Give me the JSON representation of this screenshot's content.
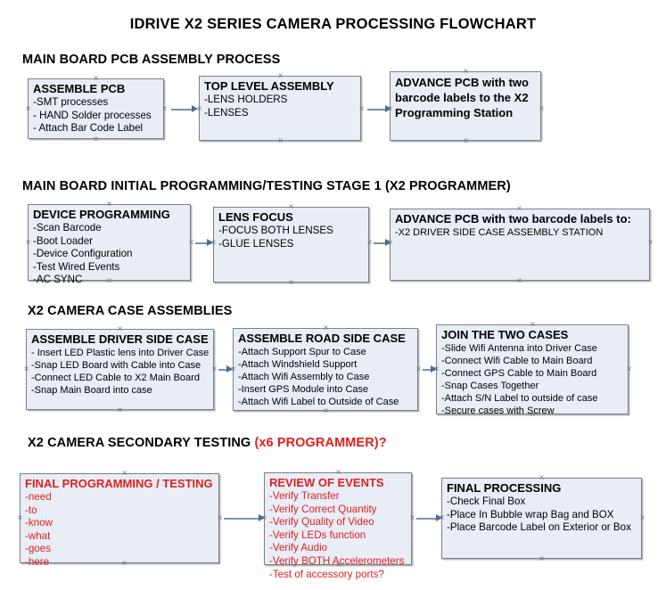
{
  "document": {
    "main_title": "IDRIVE X2  SERIES CAMERA PROCESSING FLOWCHART"
  },
  "sections": [
    {
      "id": "section-1",
      "title": "MAIN BOARD PCB ASSEMBLY PROCESS",
      "title_accent": "",
      "boxes": [
        {
          "id": "assemble-pcb",
          "title": "ASSEMBLE PCB",
          "lines": [
            "-SMT processes",
            "- HAND Solder processes",
            "- Attach Bar Code Label"
          ]
        },
        {
          "id": "top-level-assembly",
          "title": "TOP LEVEL ASSEMBLY",
          "lines": [
            "-LENS HOLDERS",
            "-LENSES"
          ]
        },
        {
          "id": "advance-pcb-programming-station",
          "title": "ADVANCE PCB with two barcode labels to the  X2 Programming Station",
          "lines": []
        }
      ]
    },
    {
      "id": "section-2",
      "title": "MAIN BOARD INITIAL PROGRAMMING/TESTING STAGE 1 (X2 PROGRAMMER)",
      "title_accent": "",
      "boxes": [
        {
          "id": "device-programming",
          "title": "DEVICE PROGRAMMING",
          "lines": [
            "-Scan Barcode",
            "-Boot Loader",
            "-Device Configuration",
            "-Test Wired Events",
            "-AC SYNC"
          ]
        },
        {
          "id": "lens-focus",
          "title": "LENS FOCUS",
          "lines": [
            "-FOCUS BOTH LENSES",
            "-GLUE LENSES"
          ]
        },
        {
          "id": "advance-pcb-driver-side-station",
          "title": "ADVANCE PCB with two barcode labels to:",
          "lines": [
            "-X2 DRIVER  SIDE  CASE  ASSEMBLY STATION"
          ]
        }
      ]
    },
    {
      "id": "section-3",
      "title": "X2 CAMERA CASE ASSEMBLIES",
      "title_accent": "",
      "boxes": [
        {
          "id": "assemble-driver-side-case",
          "title": "ASSEMBLE DRIVER SIDE CASE",
          "lines": [
            "- Insert LED Plastic lens into Driver Case",
            "-Snap LED Board with Cable into Case",
            "-Connect LED Cable to X2 Main Board",
            "-Snap Main Board into case"
          ]
        },
        {
          "id": "assemble-road-side-case",
          "title": "ASSEMBLE ROAD SIDE CASE",
          "lines": [
            "-Attach Support Spur to Case",
            "-Attach Windshield Support",
            "-Attach Wifi Assembly to Case",
            "-Insert GPS Module into Case",
            "-Attach Wifi Label to Outside of Case"
          ]
        },
        {
          "id": "join-the-two-cases",
          "title": "JOIN THE TWO CASES",
          "lines": [
            "-Slide Wifi Antenna into Driver Case",
            "-Connect Wifi Cable to Main Board",
            "-Connect GPS Cable to Main Board",
            "-Snap Cases Together",
            "-Attach S/N Label to outside of case",
            "-Secure cases with Screw"
          ]
        }
      ]
    },
    {
      "id": "section-4",
      "title": "X2 CAMERA SECONDARY TESTING ",
      "title_accent": "(x6 PROGRAMMER)?",
      "boxes": [
        {
          "id": "final-programming-testing",
          "title": "FINAL PROGRAMMING / TESTING",
          "lines": [
            "-need",
            "-to",
            "-know",
            "-what",
            "-goes",
            "-here"
          ]
        },
        {
          "id": "review-of-events",
          "title": "REVIEW OF EVENTS",
          "lines": [
            "-Verify Transfer",
            "-Verify Correct Quantity",
            "-Verify Quality of Video",
            "-Verify LEDs function",
            "-Verify Audio",
            "-Verify BOTH Accelerometers",
            "-Test of accessory ports?"
          ]
        },
        {
          "id": "final-processing",
          "title": "FINAL PROCESSING",
          "lines": [
            "-Check Final Box",
            "-Place In Bubble wrap Bag and BOX",
            "-Place Barcode Label on Exterior or Box"
          ]
        }
      ]
    }
  ],
  "colors": {
    "box_fill": "#e8edf6",
    "box_border": "#7b7f86",
    "connector": "#7691b4",
    "accent_red": "#e02020",
    "text": "#000000"
  }
}
